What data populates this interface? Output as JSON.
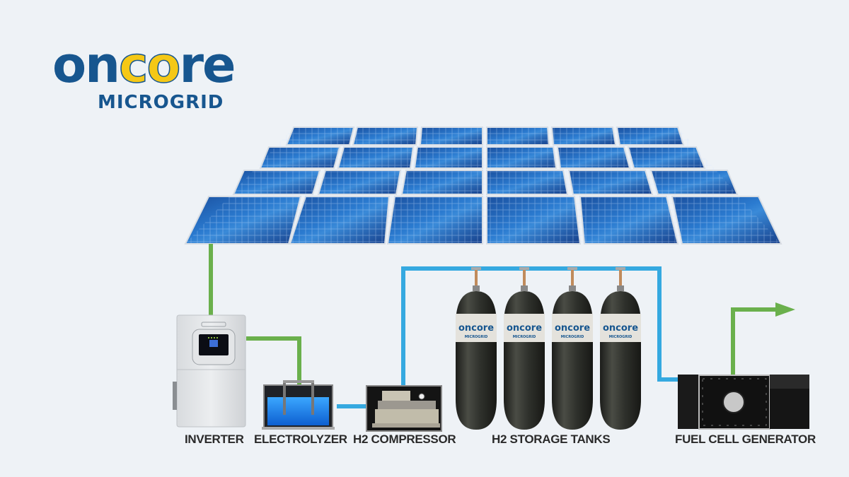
{
  "logo": {
    "word_prefix": "on",
    "word_mid": "co",
    "word_suffix": "re",
    "subtitle": "MICROGRID"
  },
  "tank_label": {
    "word": "oncore",
    "subtitle": "MICROGRID"
  },
  "components": [
    {
      "id": "inverter",
      "label": "INVERTER"
    },
    {
      "id": "electrolyzer",
      "label": "ELECTROLYZER"
    },
    {
      "id": "compressor",
      "label": "H2 COMPRESSOR"
    },
    {
      "id": "storage",
      "label": "H2 STORAGE TANKS"
    },
    {
      "id": "fuel-cell",
      "label": "FUEL CELL GENERATOR"
    }
  ],
  "colors": {
    "background": "#eef2f6",
    "brand_blue": "#17568f",
    "brand_yellow": "#f5c816",
    "power_line": "#6ab04c",
    "hydrogen_line": "#35a9e0",
    "panel_blue": "#1f5fb8",
    "tank_dark": "#2b2d28"
  },
  "solar_array": {
    "rows": 4,
    "columns": 6
  }
}
